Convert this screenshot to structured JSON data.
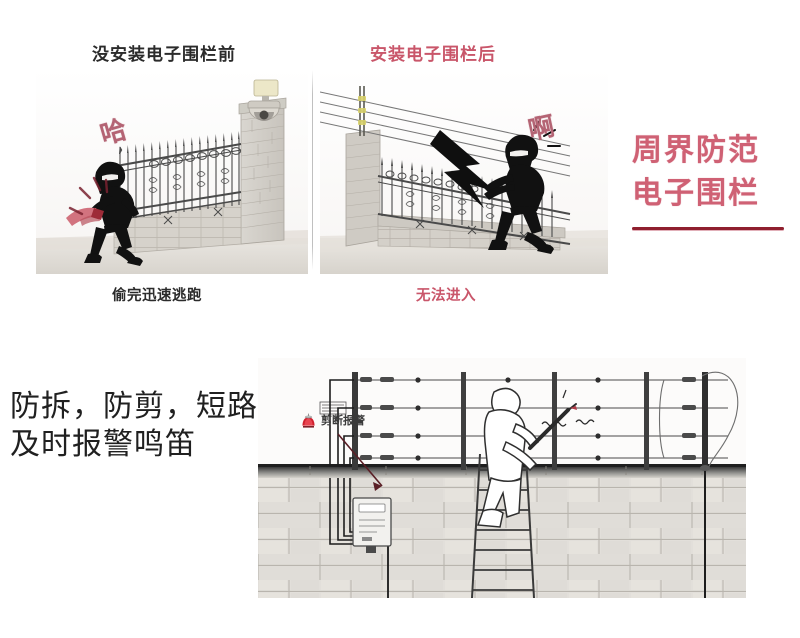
{
  "poster": {
    "title_lines": [
      "周界防范",
      "电子围栏"
    ],
    "accent_color": "#cf6174",
    "rule_color": "#8f1f2e",
    "dark_text_color": "#2b2b2b"
  },
  "comparison": {
    "left": {
      "header": "没安装电子围栏前",
      "caption": "偷完迅速逃跑",
      "shout": "哈",
      "scene_name": "thief-escaping-over-plain-fence"
    },
    "right": {
      "header": "安装电子围栏后",
      "caption": "无法进入",
      "shout": "啊",
      "scene_name": "thief-shocked-by-electric-fence"
    }
  },
  "features": {
    "slogan_lines": [
      "防拆，防剪，短路",
      "及时报警鸣笛"
    ]
  },
  "diagram": {
    "alarm_label": "剪断报警",
    "alarm_icon": "siren-icon",
    "scene_name": "wall-mounted-electric-fence-cut-alarm-diagram"
  }
}
